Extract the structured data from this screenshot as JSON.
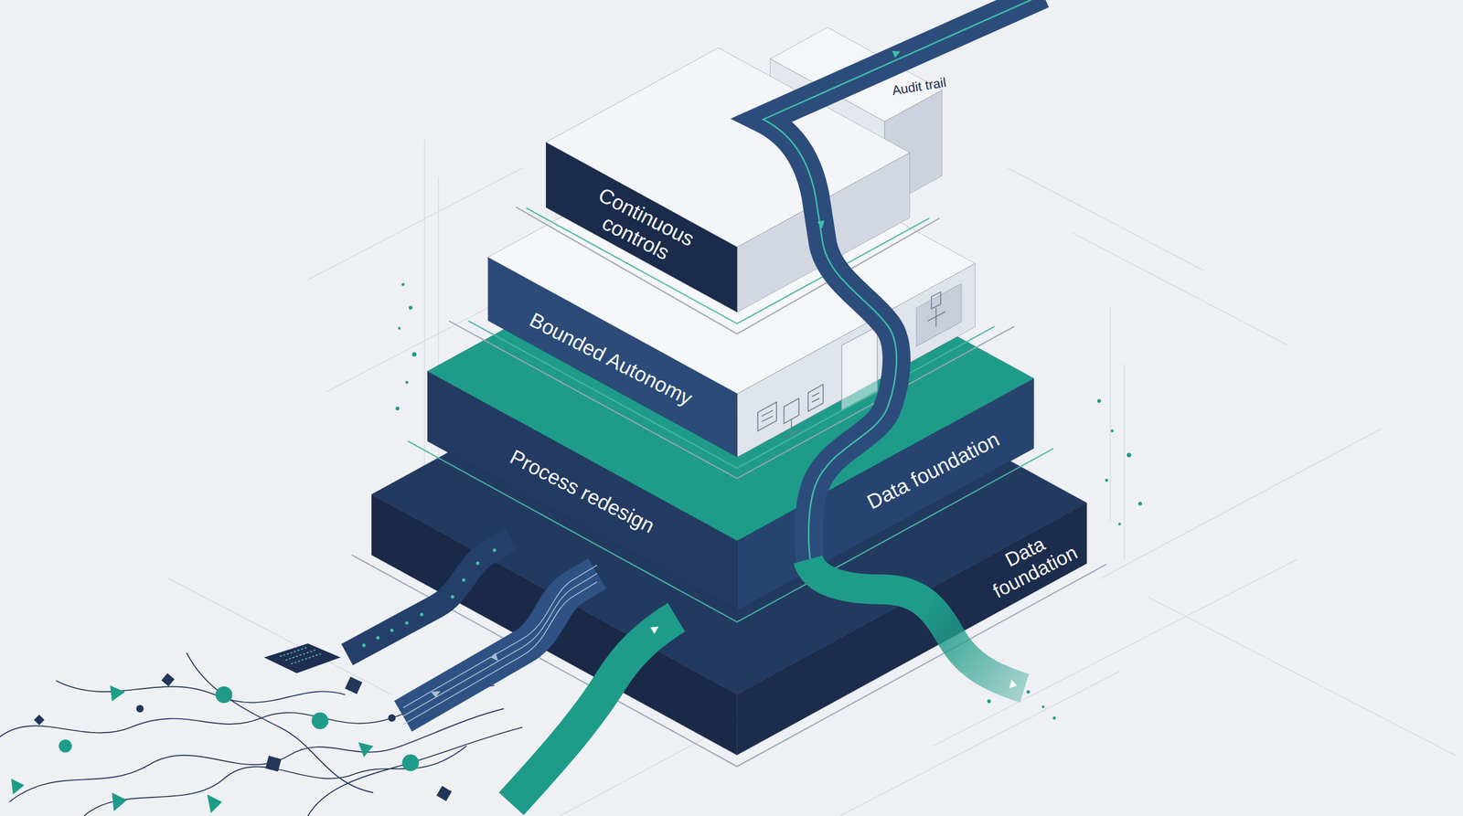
{
  "diagram": {
    "nodes": [
      {
        "text": [
          "Continuous controls"
        ]
      },
      {
        "text": [
          "Bounded Autonomy"
        ]
      },
      {
        "text": [
          "Process redesign",
          "Data foundation"
        ]
      },
      {
        "text": [
          "Data foundation"
        ]
      }
    ],
    "labels": [
      "Audit trail"
    ]
  }
}
